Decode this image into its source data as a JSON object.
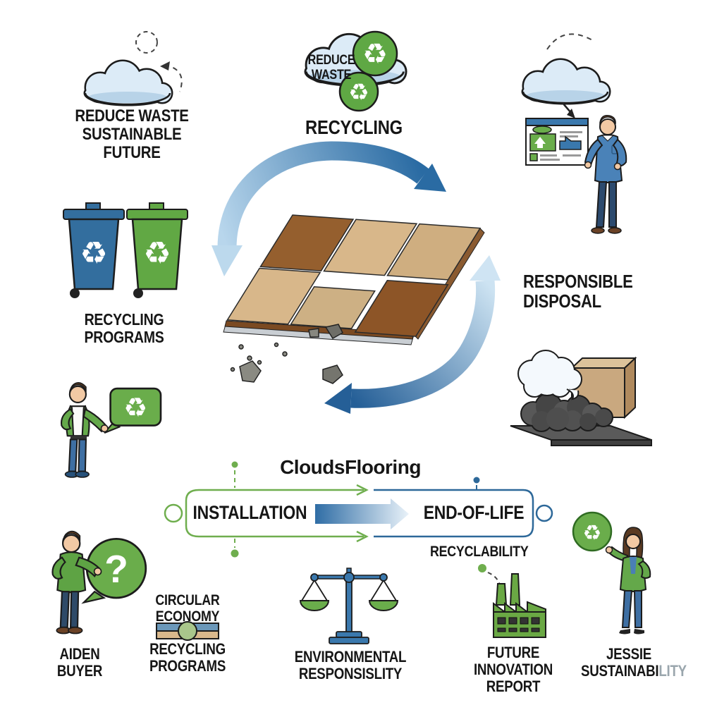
{
  "icons": {
    "recycle_glyph": "♻",
    "question_glyph": "?"
  },
  "colors": {
    "accent_green": "#6aad4b",
    "arrow_blue_dark": "#2a6ba3",
    "arrow_blue_light": "#bcd9ed",
    "timeline_green": "#6fae4e",
    "timeline_blue": "#2d6899",
    "bin_blue": "#336e9e",
    "bin_green": "#61a844",
    "wood_light": "#d8b78a",
    "wood_dark": "#955f2e"
  },
  "brand": "CloudsFlooring",
  "top_left_cloud": {
    "caption": [
      "REDUCE WASTE",
      "SUSTAINABLE",
      "FUTURE"
    ]
  },
  "top_center": {
    "cloud_text": [
      "REDUCE",
      "WASTE"
    ],
    "caption": "RECYCLING"
  },
  "right_disposal": {
    "caption": [
      "RESPONSIBLE",
      "DISPOSAL"
    ]
  },
  "left_bins": {
    "caption": [
      "RECYCLING",
      "PROGRAMS"
    ]
  },
  "timeline": {
    "start_label": "INSTALLATION",
    "end_label": "END-OF-LIFE",
    "sub_label": "RECYCLABILITY"
  },
  "people": {
    "aiden": [
      "AIDEN",
      "BUYER"
    ],
    "jessie_line1": "JESSIE",
    "jessie_line2_main": "SUSTAINABI",
    "jessie_line2_faded": "LITY"
  },
  "bottom": {
    "circular_economy": [
      "CIRCULAR",
      "ECONOMY"
    ],
    "recycling_programs": [
      "RECYCLING",
      "PROGRAMS"
    ],
    "environment": [
      "ENVIRONMENTAL",
      "RESPONSISLITY"
    ],
    "innovation": [
      "FUTURE",
      "INNOVATION REPORT"
    ]
  }
}
